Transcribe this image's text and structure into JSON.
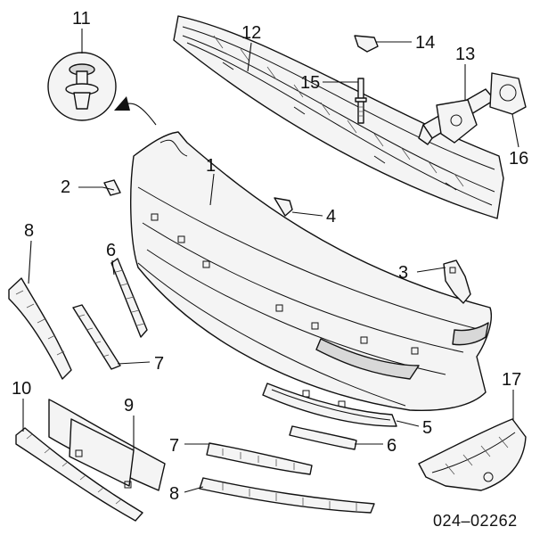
{
  "callouts": {
    "c1": "1",
    "c2": "2",
    "c3": "3",
    "c4": "4",
    "c5": "5",
    "c6a": "6",
    "c6b": "6",
    "c7a": "7",
    "c7b": "7",
    "c8a": "8",
    "c8b": "8",
    "c9": "9",
    "c10": "10",
    "c11": "11",
    "c12": "12",
    "c13": "13",
    "c14": "14",
    "c15": "15",
    "c16": "16",
    "c17": "17"
  },
  "diagram_code": "024–02262",
  "colors": {
    "line": "#111111",
    "fill": "#f4f4f4",
    "shade": "#d8d8d8",
    "background": "#ffffff"
  }
}
